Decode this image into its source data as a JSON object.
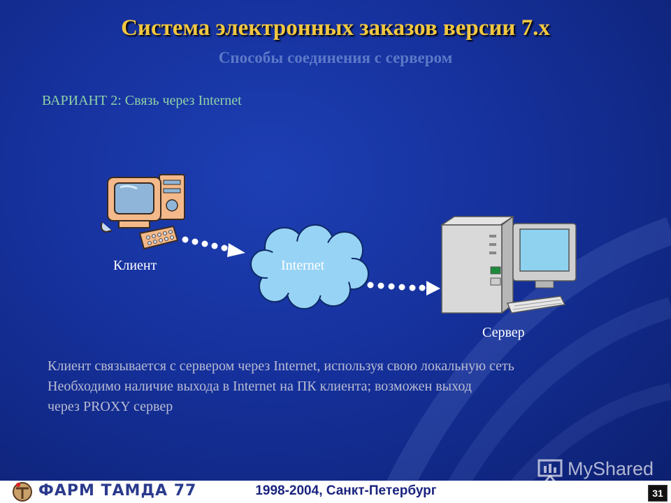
{
  "slide": {
    "title": "Система электронных заказов версии 7.х",
    "subtitle": "Способы соединения с сервером",
    "variant": "ВАРИАНТ 2: Связь через Internet"
  },
  "diagram": {
    "client_label": "Клиент",
    "internet_label": "Internet",
    "server_label": "Сервер"
  },
  "description": [
    "Клиент связывается с сервером через Internet, используя свою локальную сеть",
    "Необходимо наличие выхода в Internet на ПК клиента; возможен выход",
    "через PROXY сервер"
  ],
  "footer": {
    "logo": "ФАРМ ТАМДА 77",
    "date": "1998-2004, Санкт-Петербург",
    "page_number": "31",
    "watermark": "MyShared"
  },
  "colors": {
    "background": "#15309a",
    "title": "#f2c740",
    "subtitle": "#5c78c8",
    "variant": "#8fd2a8",
    "text": "#b9bcd2"
  }
}
